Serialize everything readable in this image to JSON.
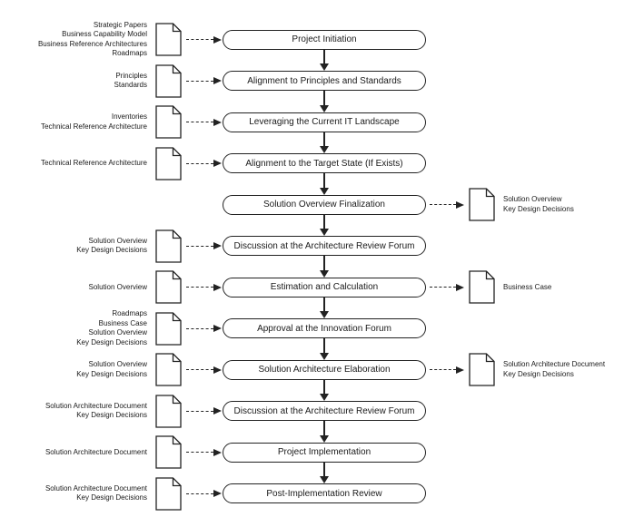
{
  "diagram": {
    "name": "solution-architecture-process-flow",
    "colors": {
      "line": "#222222",
      "text": "#1a1a1a",
      "background": "#ffffff"
    },
    "rows": [
      {
        "step": "Project Initiation",
        "inputs": [
          "Strategic Papers",
          "Business Capability Model",
          "Business Reference Architectures",
          "Roadmaps"
        ],
        "outputs": []
      },
      {
        "step": "Alignment to Principles and Standards",
        "inputs": [
          "Principles",
          "Standards"
        ],
        "outputs": []
      },
      {
        "step": "Leveraging the Current IT Landscape",
        "inputs": [
          "Inventories",
          "Technical Reference Architecture"
        ],
        "outputs": []
      },
      {
        "step": "Alignment to the Target State (If Exists)",
        "inputs": [
          "Technical Reference Architecture"
        ],
        "outputs": []
      },
      {
        "step": "Solution Overview Finalization",
        "inputs": [],
        "outputs": [
          "Solution Overview",
          "Key Design Decisions"
        ]
      },
      {
        "step": "Discussion at the Architecture Review Forum",
        "inputs": [
          "Solution Overview",
          "Key Design Decisions"
        ],
        "outputs": []
      },
      {
        "step": "Estimation and Calculation",
        "inputs": [
          "Solution Overview"
        ],
        "outputs": [
          "Business Case"
        ]
      },
      {
        "step": "Approval at the Innovation Forum",
        "inputs": [
          "Roadmaps",
          "Business Case",
          "Solution Overview",
          "Key Design Decisions"
        ],
        "outputs": []
      },
      {
        "step": "Solution Architecture Elaboration",
        "inputs": [
          "Solution Overview",
          "Key Design Decisions"
        ],
        "outputs": [
          "Solution Architecture Document",
          "Key Design Decisions"
        ]
      },
      {
        "step": "Discussion at the Architecture Review Forum",
        "inputs": [
          "Solution Architecture Document",
          "Key Design Decisions"
        ],
        "outputs": []
      },
      {
        "step": "Project Implementation",
        "inputs": [
          "Solution Architecture Document"
        ],
        "outputs": []
      },
      {
        "step": "Post-Implementation Review",
        "inputs": [
          "Solution Architecture Document",
          "Key Design Decisions"
        ],
        "outputs": []
      }
    ]
  }
}
